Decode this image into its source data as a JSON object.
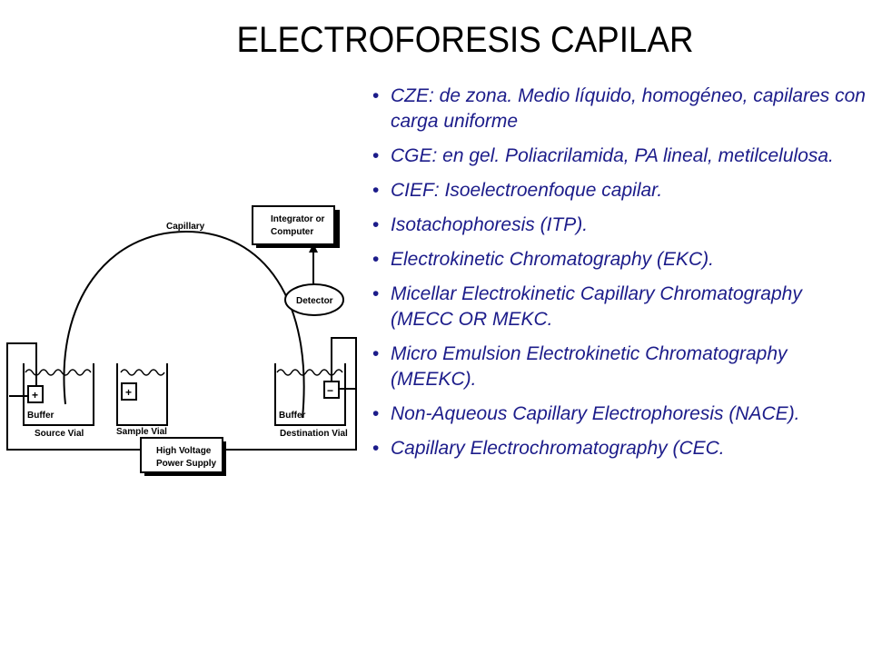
{
  "title": "ELECTROFORESIS CAPILAR",
  "bullets": [
    {
      "text": "CZE:  de zona. Medio líquido, homogéneo, capilares con carga uniforme"
    },
    {
      "text": "CGE: en gel. Poliacrilamida, PA lineal, metilcelulosa."
    },
    {
      "text": "CIEF: Isoelectroenfoque capilar."
    },
    {
      "text": "Isotachophoresis (ITP)."
    },
    {
      "text": " Electrokinetic Chromatography (EKC)."
    },
    {
      "text": "Micellar Electrokinetic Capillary Chromatography (MECC OR MEKC."
    },
    {
      "text": "Micro Emulsion Electrokinetic Chromatography (MEEKC)."
    },
    {
      "text": " Non-Aqueous Capillary Electrophoresis (NACE)."
    },
    {
      "text": "Capillary Electrochromatography (CEC."
    }
  ],
  "diagram": {
    "capillary": "Capillary",
    "integrator_line1": "Integrator or",
    "integrator_line2": "Computer",
    "detector": "Detector",
    "buffer_left": "Buffer",
    "source_vial": "Source Vial",
    "sample_vial": "Sample Vial",
    "buffer_right": "Buffer",
    "destination_vial": "Destination Vial",
    "hv_line1": "High Voltage",
    "hv_line2": "Power Supply",
    "plus_left": "+",
    "plus_sample": "+",
    "minus_right": "−"
  },
  "colors": {
    "title": "#000000",
    "bullet_text": "#1c1c8a",
    "diagram_line": "#000000"
  }
}
